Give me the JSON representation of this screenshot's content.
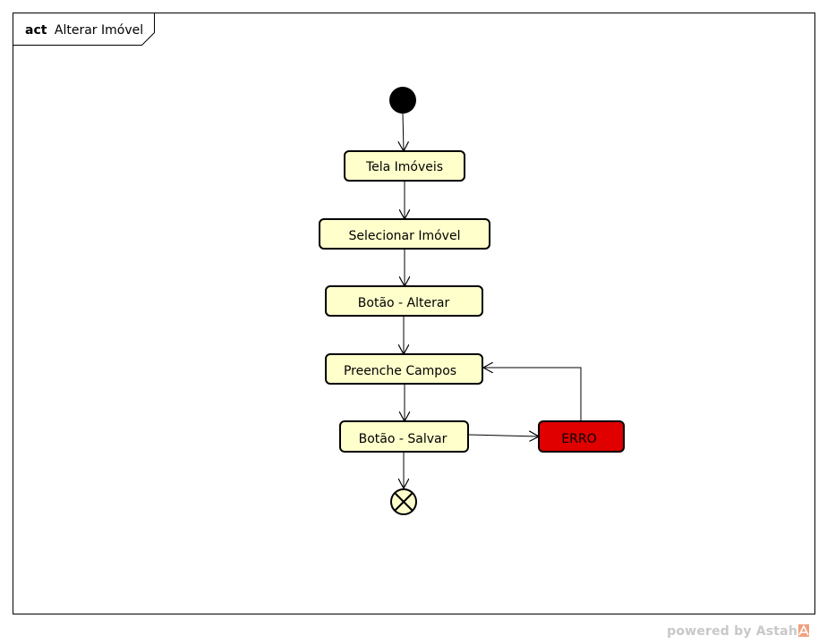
{
  "frame": {
    "keyword": "act",
    "name": "Alterar Imóvel"
  },
  "actions": {
    "tela_imoveis": "Tela Imóveis",
    "selecionar_imovel": "Selecionar Imóvel",
    "botao_alterar": "Botão - Alterar",
    "preenche_campos": "Preenche Campos",
    "botao_salvar": "Botão - Salvar",
    "erro": "ERRO"
  },
  "footer": {
    "powered_by": "powered by Astah"
  },
  "colors": {
    "action_fill": "#ffffcc",
    "error_fill": "#e00000",
    "stroke": "#000000",
    "footer_text": "#c8c8c8"
  }
}
